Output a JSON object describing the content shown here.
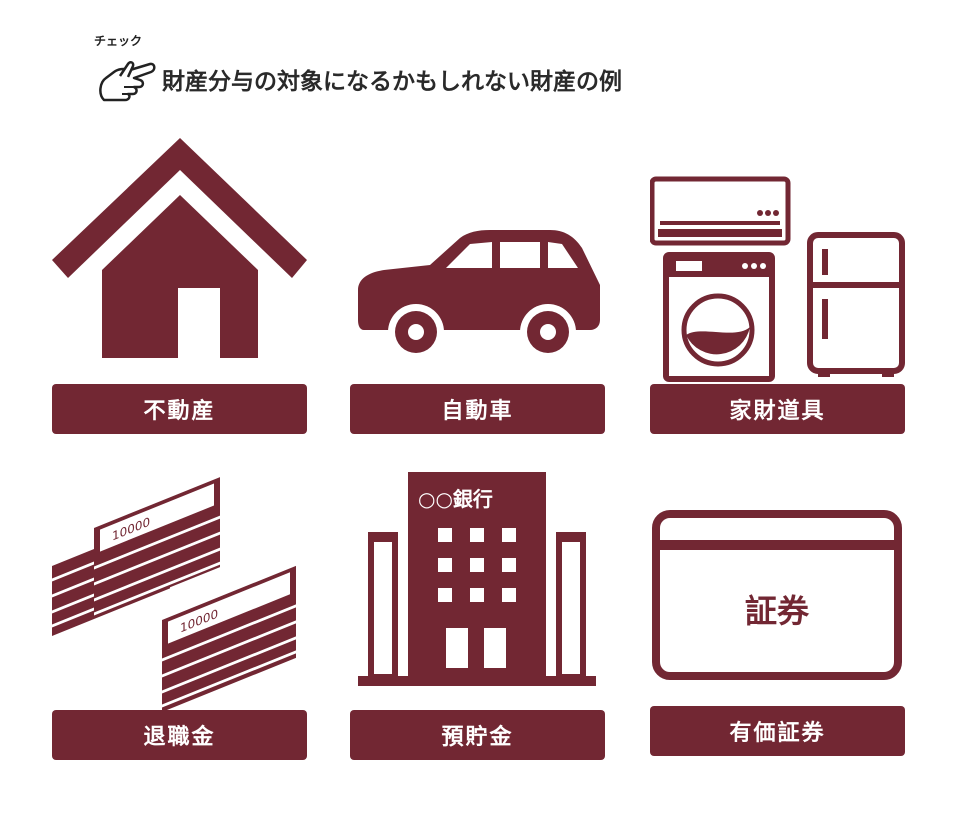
{
  "header": {
    "check_label": "チェック",
    "title": "財産分与の対象になるかもしれない財産の例"
  },
  "accent_color": "#722733",
  "items": [
    {
      "label": "不動産",
      "icon": "house-icon"
    },
    {
      "label": "自動車",
      "icon": "car-icon"
    },
    {
      "label": "家財道具",
      "icon": "appliances-icon"
    },
    {
      "label": "退職金",
      "icon": "banknote-stacks-icon",
      "icon_text": "10000"
    },
    {
      "label": "預貯金",
      "icon": "bank-building-icon",
      "icon_text": "○○銀行"
    },
    {
      "label": "有価証券",
      "icon": "securities-card-icon",
      "icon_text": "証券"
    }
  ]
}
